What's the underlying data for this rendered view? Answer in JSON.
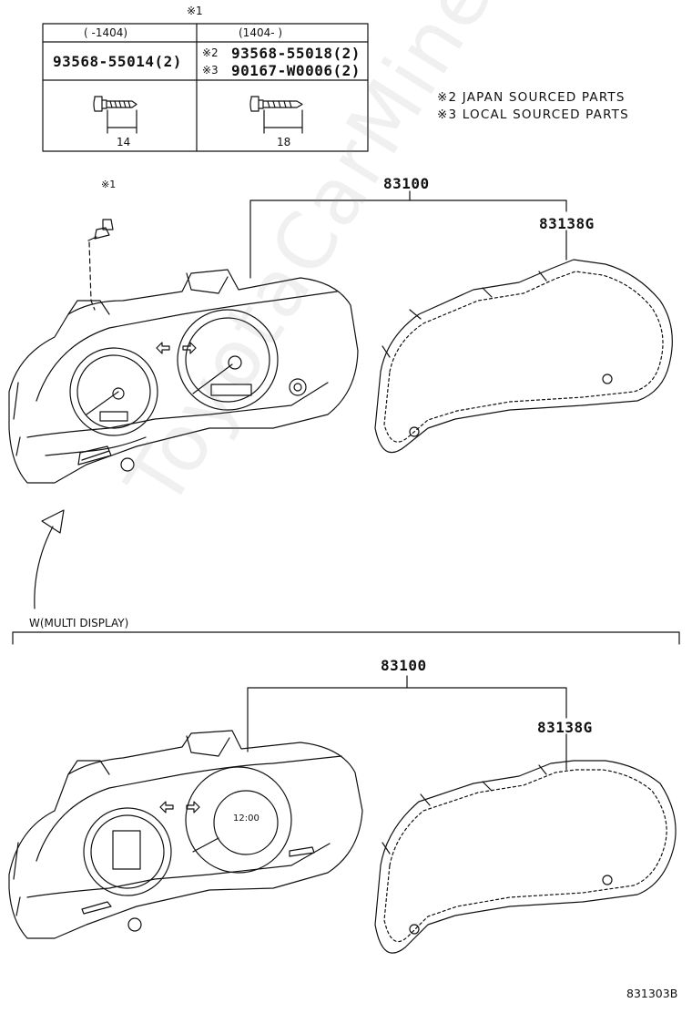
{
  "screw_table": {
    "ref_mark": "※1",
    "col1_header": "(   -1404)",
    "col2_header": "(1404-    )",
    "col1_part": "93568-55014(2)",
    "col2_part_a_mark": "※2",
    "col2_part_a": "93568-55018(2)",
    "col2_part_b_mark": "※3",
    "col2_part_b": "90167-W0006(2)",
    "col1_length": "14",
    "col2_length": "18"
  },
  "notes": {
    "note2": "※2 JAPAN SOURCED PARTS",
    "note3": "※3 LOCAL SOURCED PARTS"
  },
  "upper_assembly": {
    "screw_ref": "※1",
    "assembly_part": "83100",
    "lens_part": "83138G"
  },
  "variant": {
    "label": "W(MULTI DISPLAY)"
  },
  "lower_assembly": {
    "assembly_part": "83100",
    "lens_part": "83138G"
  },
  "gauge_texts": {
    "clock": "12:00"
  },
  "watermark": "ToyotaCarMine.ru",
  "diagram_code": "831303B"
}
